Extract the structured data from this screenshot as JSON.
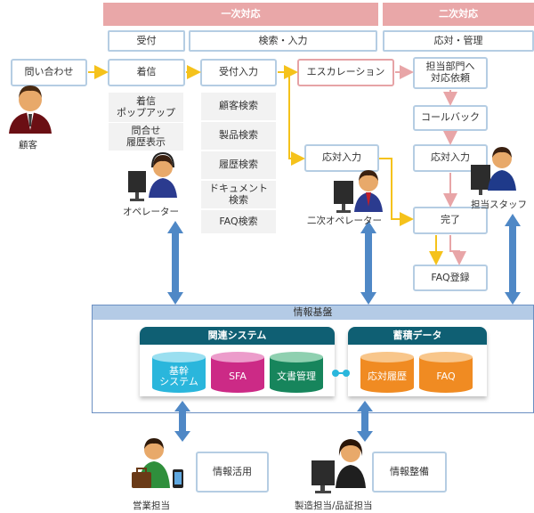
{
  "bands": {
    "primary": "一次対応",
    "secondary": "二次対応"
  },
  "headers": {
    "reception": "受付",
    "search_input": "検索・入力",
    "response_mgmt": "応対・管理"
  },
  "flow": {
    "inquiry": "問い合わせ",
    "incoming": "着信",
    "reception_input": "受付入力",
    "escalation": "エスカレーション",
    "dept_request": "担当部門へ\n対応依頼",
    "callback": "コールバック",
    "response_input_right": "応対入力",
    "response_input_mid": "応対入力",
    "complete": "完了",
    "faq_register": "FAQ登録"
  },
  "features": {
    "popup": "着信\nポップアップ",
    "history": "問合せ\n履歴表示",
    "customer_search": "顧客検索",
    "product_search": "製品検索",
    "history_search": "履歴検索",
    "document_search": "ドキュメント\n検索",
    "faq_search": "FAQ検索"
  },
  "actors": {
    "customer": "顧客",
    "operator": "オペレーター",
    "second_operator": "二次オペレーター",
    "staff": "担当スタッフ",
    "sales": "営業担当",
    "manufacturing": "製造担当/品証担当"
  },
  "infra": {
    "title": "情報基盤",
    "related_title": "関連システム",
    "related": [
      "基幹\nシステム",
      "SFA",
      "文書管理"
    ],
    "stored_title": "蓄積データ",
    "stored": [
      "応対履歴",
      "FAQ"
    ]
  },
  "bottom": {
    "info_use": "情報活用",
    "info_maintain": "情報整備"
  },
  "colors": {
    "band": "#e9a7a8",
    "box_border": "#b5cde3",
    "pink_border": "#e6a3a6",
    "arrow_yellow": "#f5c21b",
    "arrow_pink": "#e8a5a7",
    "arrow_blue": "#4f88c6",
    "teal_header": "#0f5f73",
    "cyl_cyan": "#2ab6dc",
    "cyl_magenta": "#cc2a86",
    "cyl_green": "#17855c",
    "cyl_orange": "#f08b22"
  }
}
